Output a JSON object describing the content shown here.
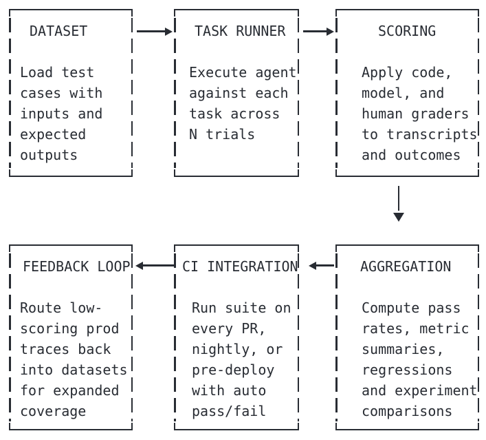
{
  "diagram": {
    "colors": {
      "ink": "#282c33",
      "background": "#ffffff"
    },
    "boxes": [
      {
        "id": "dataset",
        "title": "DATASET",
        "body": "Load test\ncases with\ninputs and\nexpected\noutputs"
      },
      {
        "id": "task-runner",
        "title": "TASK RUNNER",
        "body": "Execute agent\nagainst each\ntask across\nN trials"
      },
      {
        "id": "scoring",
        "title": "SCORING",
        "body": "Apply code,\nmodel, and\nhuman graders\nto transcripts\nand outcomes"
      },
      {
        "id": "feedback-loop",
        "title": "FEEDBACK LOOP",
        "body": "Route low-\nscoring prod\ntraces back\ninto datasets\nfor expanded\ncoverage"
      },
      {
        "id": "ci-integration",
        "title": "CI INTEGRATION",
        "body": "Run suite on\nevery PR,\nnightly, or\npre-deploy\nwith auto\npass/fail"
      },
      {
        "id": "aggregation",
        "title": "AGGREGATION",
        "body": "Compute pass\nrates, metric\nsummaries,\nregressions\nand experiment\ncomparisons"
      }
    ],
    "arrows": [
      {
        "from": "DATASET",
        "to": "TASK RUNNER",
        "direction": "right"
      },
      {
        "from": "TASK RUNNER",
        "to": "SCORING",
        "direction": "right"
      },
      {
        "from": "SCORING",
        "to": "AGGREGATION",
        "direction": "down"
      },
      {
        "from": "AGGREGATION",
        "to": "CI INTEGRATION",
        "direction": "left"
      },
      {
        "from": "CI INTEGRATION",
        "to": "FEEDBACK LOOP",
        "direction": "left"
      }
    ]
  }
}
